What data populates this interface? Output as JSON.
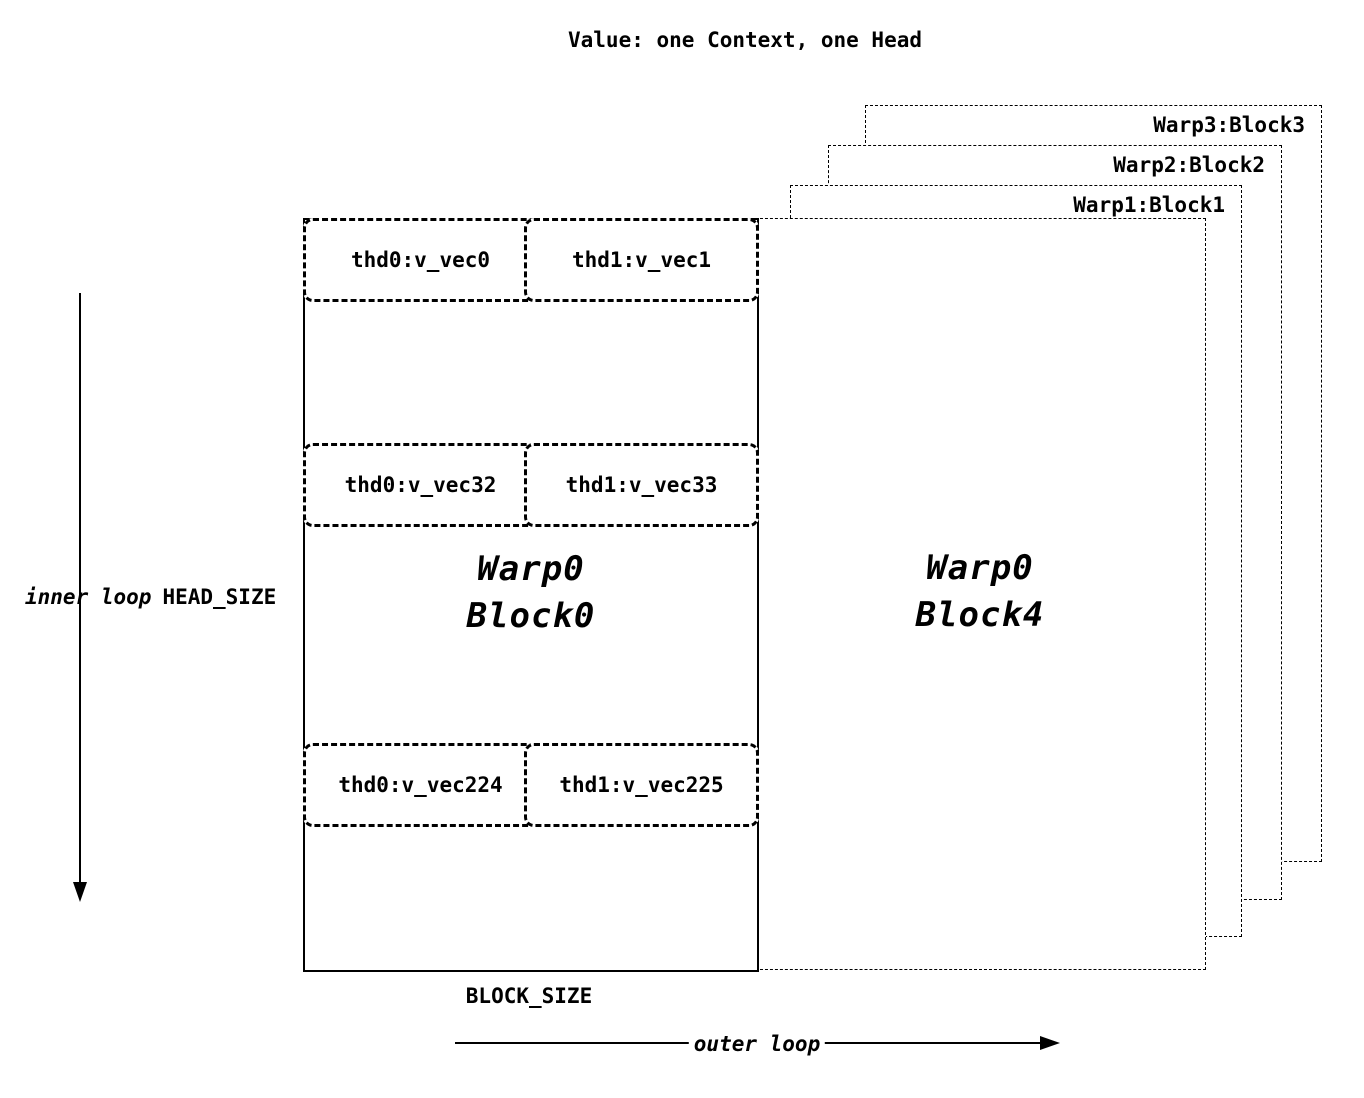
{
  "title": "Value: one Context, one Head",
  "sheets": [
    {
      "label": "Warp3:Block3"
    },
    {
      "label": "Warp2:Block2"
    },
    {
      "label": "Warp1:Block1"
    }
  ],
  "block0": {
    "line1": "Warp0",
    "line2": "Block0",
    "rows": [
      {
        "left": "thd0:v_vec0",
        "right": "thd1:v_vec1"
      },
      {
        "left": "thd0:v_vec32",
        "right": "thd1:v_vec33"
      },
      {
        "left": "thd0:v_vec224",
        "right": "thd1:v_vec225"
      }
    ]
  },
  "block4": {
    "line1": "Warp0",
    "line2": "Block4"
  },
  "labels": {
    "inner_loop": "inner loop",
    "head_size": "HEAD_SIZE",
    "block_size": "BLOCK_SIZE",
    "outer_loop": "outer loop"
  },
  "colors": {
    "ink": "#000000",
    "background": "#ffffff"
  }
}
